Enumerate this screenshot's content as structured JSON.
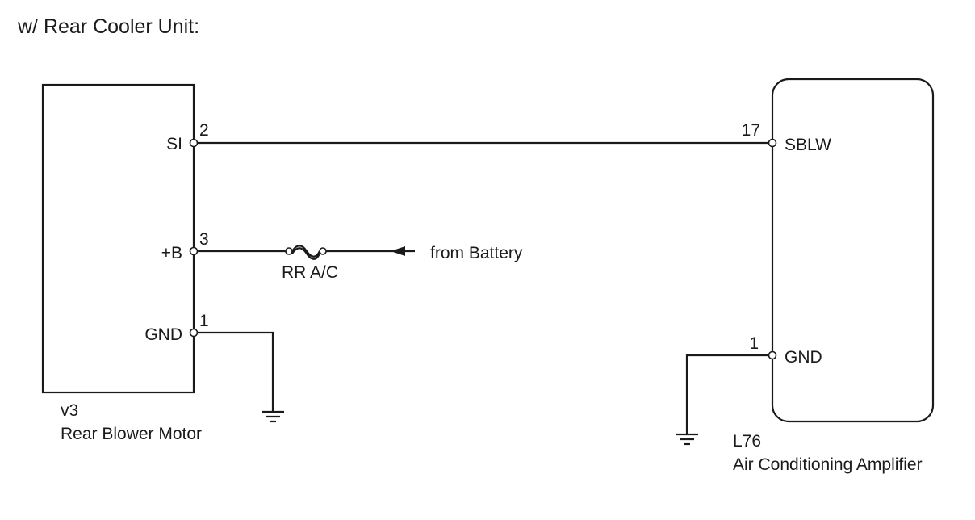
{
  "title": "w/ Rear Cooler Unit:",
  "motor": {
    "code": "v3",
    "name": "Rear Blower Motor",
    "pins": [
      {
        "label": "SI",
        "number": "2"
      },
      {
        "label": "+B",
        "number": "3"
      },
      {
        "label": "GND",
        "number": "1"
      }
    ]
  },
  "amplifier": {
    "code": "L76",
    "name": "Air Conditioning Amplifier",
    "pins": [
      {
        "label": "SBLW",
        "number": "17"
      },
      {
        "label": "GND",
        "number": "1"
      }
    ]
  },
  "fuse": {
    "label": "RR A/C"
  },
  "power_source": {
    "label": "from Battery"
  }
}
